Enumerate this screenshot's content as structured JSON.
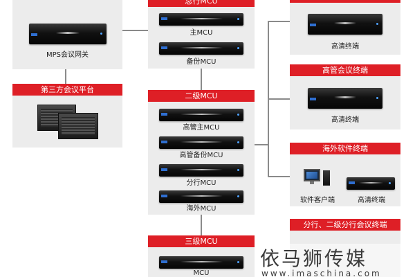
{
  "gateway": {
    "device_label": "MPS会议网关"
  },
  "third_party": {
    "header": "第三方会议平台"
  },
  "top_mcu": {
    "header": "总行MCU",
    "main_label": "主MCU",
    "backup_label": "备份MCU"
  },
  "level2": {
    "header": "二级MCU",
    "items": [
      {
        "label": "高管主MCU"
      },
      {
        "label": "高管备份MCU"
      },
      {
        "label": "分行MCU"
      },
      {
        "label": "海外MCU"
      }
    ]
  },
  "level3": {
    "header": "三级MCU",
    "label": "MCU"
  },
  "terminals": {
    "top_label": "高清终端",
    "exec_header": "高管会议终端",
    "exec_label": "高清终端",
    "overseas_header": "海外软件终端",
    "software_client_label": "软件客户端",
    "overseas_hd_label": "高清终端",
    "branch_header": "分行、二级分行会议终端"
  },
  "watermark": {
    "text": "依马狮传媒",
    "url": "www.imaschina.com"
  }
}
